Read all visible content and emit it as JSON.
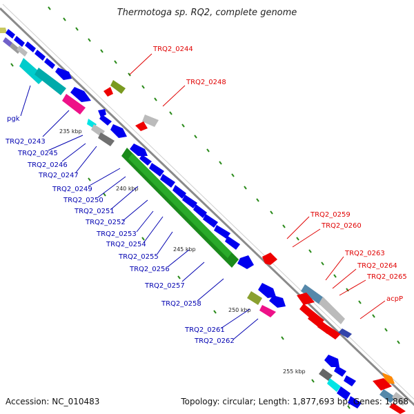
{
  "title": "Thermotoga sp. RQ2, complete genome",
  "footer": {
    "accession": "Accession: NC_010483",
    "topology": "Topology: circular; Length: 1,877,693 bp; Genes: 1,868"
  },
  "scale_labels": [
    "235 kbp",
    "240 kbp",
    "245 kbp",
    "250 kbp",
    "255 kbp"
  ],
  "gene_labels_outer": [
    "TRQ2_0244",
    "TRQ2_0248",
    "TRQ2_0259",
    "TRQ2_0260",
    "TRQ2_0263",
    "TRQ2_0264",
    "TRQ2_0265",
    "acpP"
  ],
  "gene_labels_inner": [
    "pgk",
    "TRQ2_0243",
    "TRQ2_0245",
    "TRQ2_0246",
    "TRQ2_0247",
    "TRQ2_0249",
    "TRQ2_0250",
    "TRQ2_0251",
    "TRQ2_0252",
    "TRQ2_0253",
    "TRQ2_0254",
    "TRQ2_0255",
    "TRQ2_0256",
    "TRQ2_0257",
    "TRQ2_0258",
    "TRQ2_0261",
    "TRQ2_0262"
  ],
  "colors": {
    "backbone": "#9a9a9a",
    "forward_gene": "#0000ee",
    "reverse_gene": "#ee0000",
    "tick": "#2a8a1a",
    "outer_label": "#e00000",
    "inner_label": "#0000b0"
  }
}
